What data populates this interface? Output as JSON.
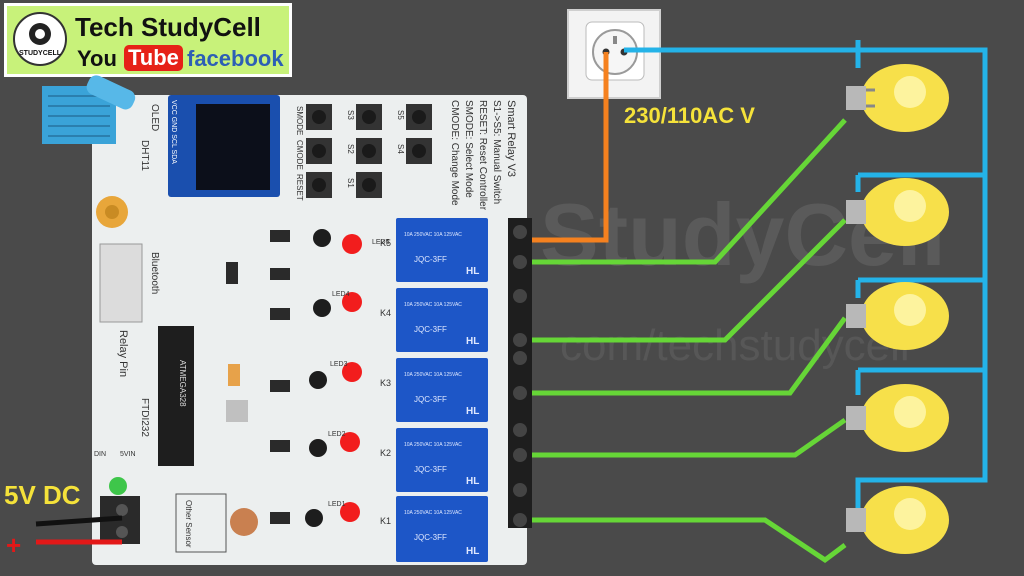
{
  "brand": {
    "title": "Tech StudyCell",
    "logo_text": "STUDYCELL",
    "youtube_you": "You",
    "youtube_tube": "Tube",
    "facebook": "facebook",
    "watermark": "StudyCell",
    "watermark_url": "com/techstudycell"
  },
  "labels": {
    "dc_supply": "5V DC",
    "ac_supply": "230/110AC V",
    "plus": "+"
  },
  "board": {
    "sensor": "DHT11",
    "oled": "OLED",
    "oled_sub": "VCC GND SCL SDA",
    "switches_left": [
      "SMODE",
      "CMODE",
      "RESET"
    ],
    "switch_ids": [
      "S3",
      "S2",
      "S1",
      "S5",
      "S4"
    ],
    "help_lines": [
      "CMODE: Change Mode",
      "SMODE: Select Mode",
      "RESET: Reset Controller",
      "S1->S5: Manual Switch",
      "Smart Relay V3"
    ],
    "bluetooth": "Bluetooth",
    "relay_pin": "Relay Pin",
    "ftdi": "FTDI232",
    "chip": "ATMEGA328",
    "other_sensor": "Other Sensor",
    "leds": [
      "LED5",
      "LED4",
      "LED3",
      "LED2",
      "LED1"
    ],
    "relays": [
      "K5",
      "K4",
      "K3",
      "K2",
      "K1"
    ],
    "relay_model": "JQC-3FF",
    "relay_spec": "10A 250VAC 10A 125VAC",
    "relay_brand": "HL",
    "pin_labels": [
      "DIN",
      "5VIN"
    ]
  },
  "colors": {
    "pcb": "#ecefef",
    "relay_blue": "#1d56c7",
    "wire_green": "#66d637",
    "wire_blue": "#24b3e8",
    "wire_orange": "#f5811f",
    "label_yellow": "#f5e23a",
    "brand_bg": "#c8f27a"
  },
  "icons": [
    "bulb-icon",
    "wall-socket-icon",
    "push-button-icon",
    "led-icon",
    "relay-icon"
  ]
}
